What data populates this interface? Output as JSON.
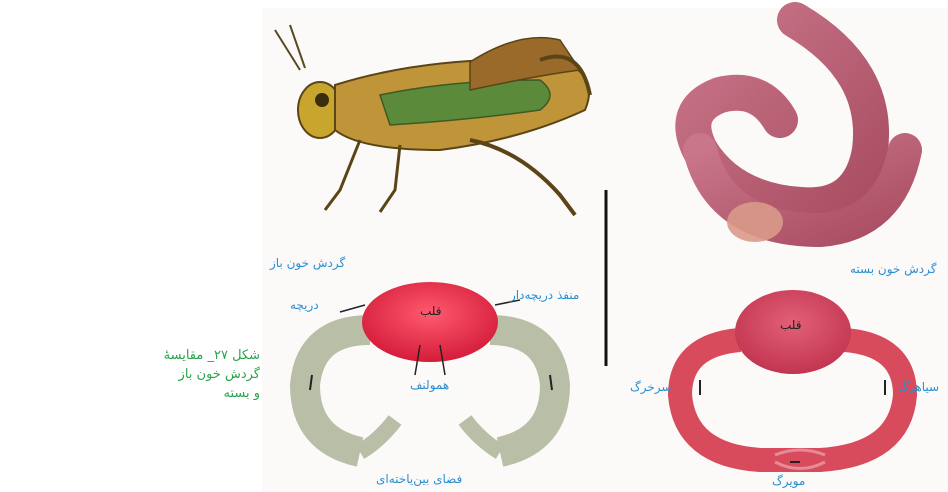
{
  "caption": {
    "line1": "شکل ۲۷_ مقایسهٔ گردش خون باز",
    "line2": "و بسته"
  },
  "open_system": {
    "title": "گردش خون باز",
    "labels": {
      "valve": "دریچه",
      "heart": "قلب",
      "ostium": "منفذ دریچه‌دار",
      "hemolymph": "همولنف",
      "interstitial": "فضای بین‌یاخته‌ای"
    }
  },
  "closed_system": {
    "title": "گردش خون بسته",
    "labels": {
      "heart": "قلب",
      "artery": "سرخرگ",
      "vein": "سیاهرگ",
      "capillary": "مویرگ"
    }
  },
  "colors": {
    "caption": "#2aa44f",
    "label": "#2a8fd1",
    "heart": "#e0304a",
    "open_vessel": "#b9bea6",
    "closed_vessel": "#d84b5c"
  }
}
